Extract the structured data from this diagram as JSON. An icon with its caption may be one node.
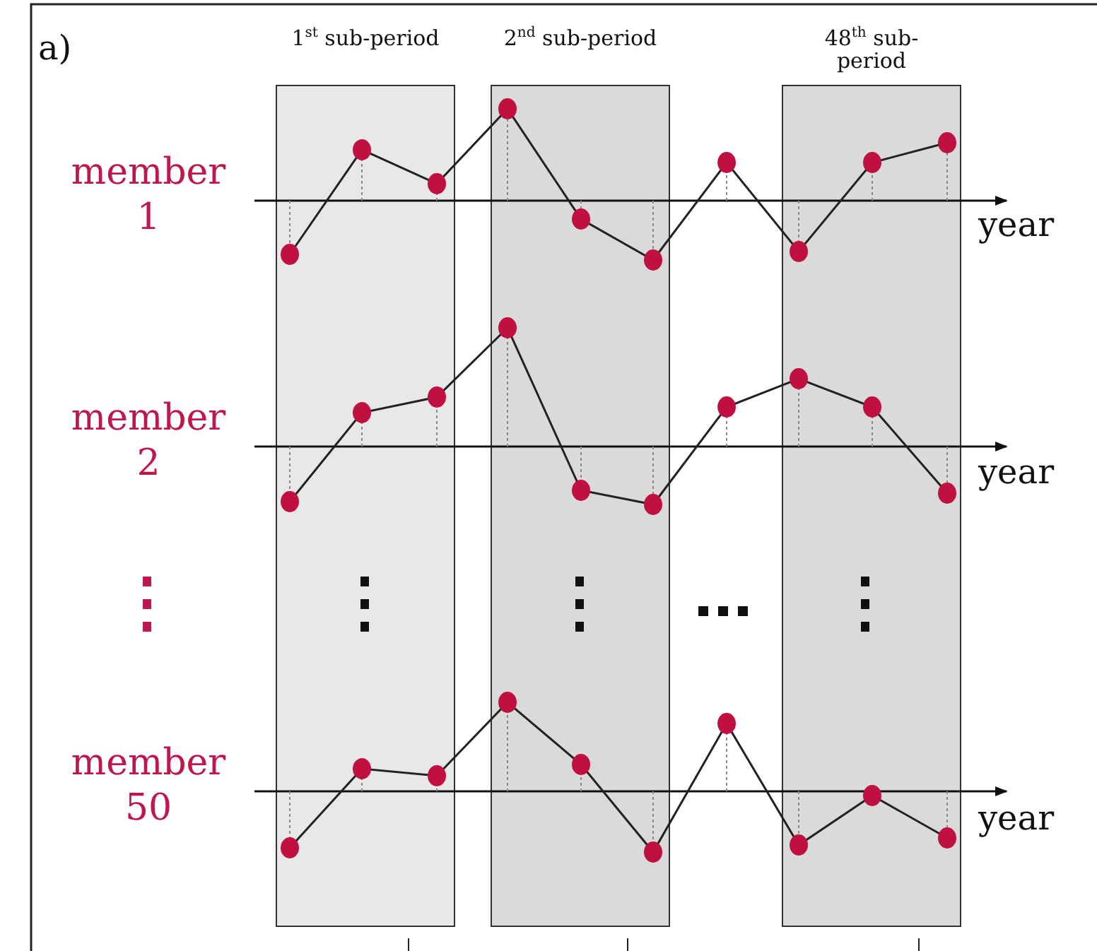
{
  "diagram": {
    "nodes": [
      {
        "text": [
          "1$^{st}$ sub-period"
        ]
      },
      {
        "text": [
          "2$^{nd}$ sub-period"
        ]
      },
      {
        "text": [
          "48$^{th}$ sub-period"
        ]
      }
    ],
    "labels": [
      "a)",
      "member 1",
      "year",
      "member 2",
      "year",
      "member 50",
      "year"
    ]
  }
}
